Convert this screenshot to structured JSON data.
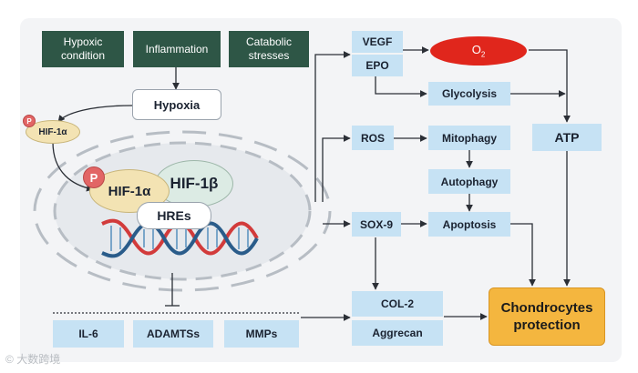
{
  "triggers": {
    "hypoxic": [
      "Hypoxic",
      "condition"
    ],
    "inflammation": "Inflammation",
    "catabolic": [
      "Catabolic",
      "stresses"
    ]
  },
  "hypoxia": "Hypoxia",
  "hif_small": {
    "label": "HIF-1α",
    "p": "P"
  },
  "complex": {
    "hif1a": "HIF-1α",
    "hif1b": "HIF-1β",
    "hres": "HREs",
    "p": "P"
  },
  "right": {
    "vegf": "VEGF",
    "epo": "EPO",
    "o2": {
      "base": "O",
      "sub": "2"
    },
    "glycolysis": "Glycolysis",
    "atp": "ATP",
    "ros": "ROS",
    "mitophagy": "Mitophagy",
    "autophagy": "Autophagy",
    "sox9": "SOX-9",
    "apoptosis": "Apoptosis",
    "col2": "COL-2",
    "aggrecan": "Aggrecan",
    "protection": [
      "Chondrocytes",
      "protection"
    ]
  },
  "bottom": {
    "il6": "IL-6",
    "adamts": "ADAMTSs",
    "mmps": "MMPs"
  },
  "watermark": "大数跨境",
  "colors": {
    "dark_box": "#2e5646",
    "light_box": "#c6e2f4",
    "oxygen": "#e0261c",
    "protection": "#f4b63f",
    "hif1a": "#f3e3b3",
    "hif1b": "#dcebe4",
    "phospho": "#e26565"
  }
}
